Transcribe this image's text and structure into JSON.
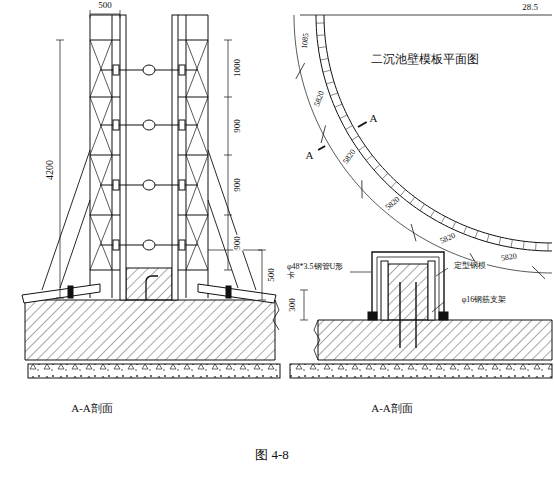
{
  "diagram": {
    "caption": "图 4-8",
    "labels": [
      "500",
      "4200",
      "1000",
      "900",
      "900",
      "900",
      "500",
      "二沉池壁模板平面图",
      "28.5",
      "1085",
      "5820",
      "5820",
      "5820",
      "5820",
      "5820",
      "A",
      "A",
      "A-A剖面",
      "φ48*3.5钢管U形卡",
      "定型钢模",
      "φ16钢筋支架",
      "300",
      "A-A剖面"
    ]
  }
}
